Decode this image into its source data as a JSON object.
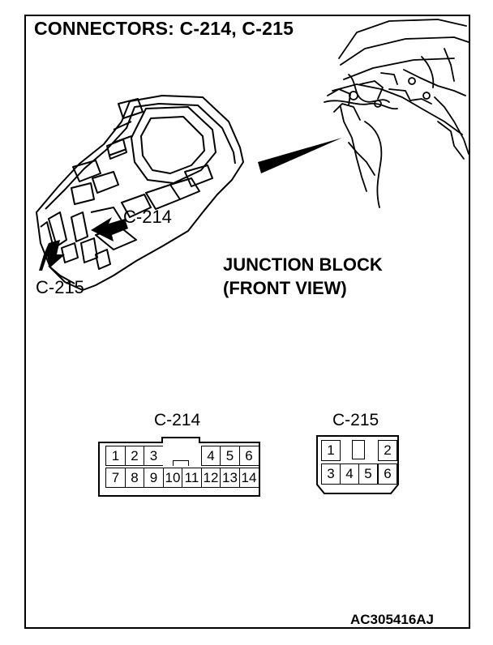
{
  "title": "CONNECTORS: C-214, C-215",
  "junction_block": {
    "line1": "JUNCTION BLOCK",
    "line2": "(FRONT VIEW)"
  },
  "callouts": {
    "c214": "C-214",
    "c215": "C-215"
  },
  "connectors": {
    "c214": {
      "name": "C-214",
      "top_pins": [
        "1",
        "2",
        "3",
        "",
        "",
        "4",
        "5",
        "6"
      ],
      "bottom_pins": [
        "7",
        "8",
        "9",
        "10",
        "11",
        "12",
        "13",
        "14"
      ]
    },
    "c215": {
      "name": "C-215",
      "pins": [
        "1",
        "2",
        "3",
        "4",
        "5",
        "6"
      ]
    }
  },
  "reference_code": "AC305416AJ"
}
